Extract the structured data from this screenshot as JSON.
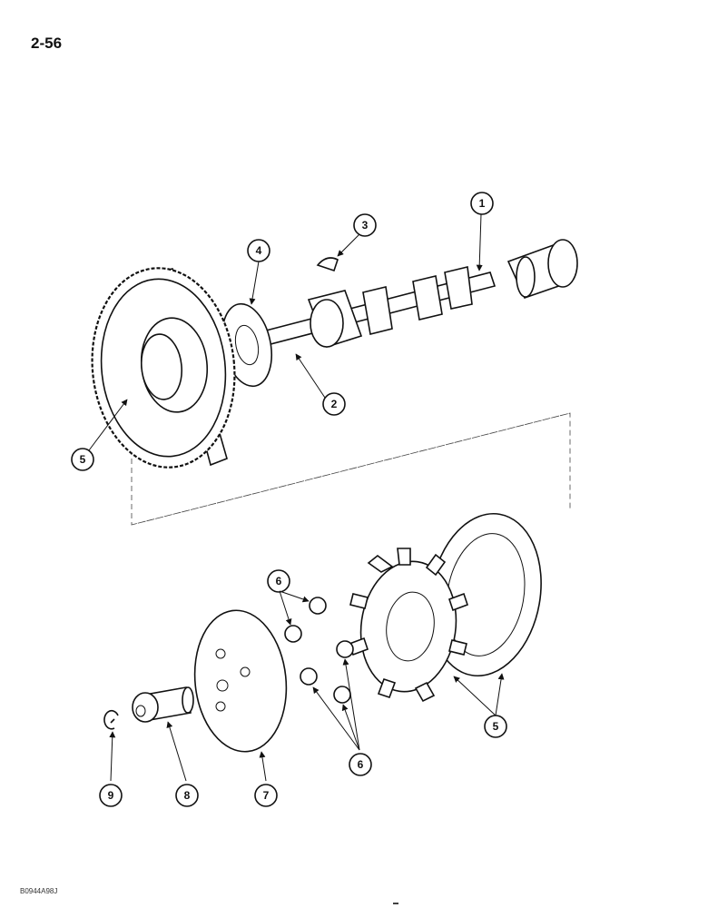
{
  "page_number": "2-56",
  "drawing_code": "B0944A98J",
  "callouts": {
    "c1": "1",
    "c2": "2",
    "c3": "3",
    "c4": "4",
    "c5_gear": "5",
    "c5_plate": "5",
    "c6_top": "6",
    "c6_bottom": "6",
    "c7": "7",
    "c8": "8",
    "c9": "9"
  }
}
